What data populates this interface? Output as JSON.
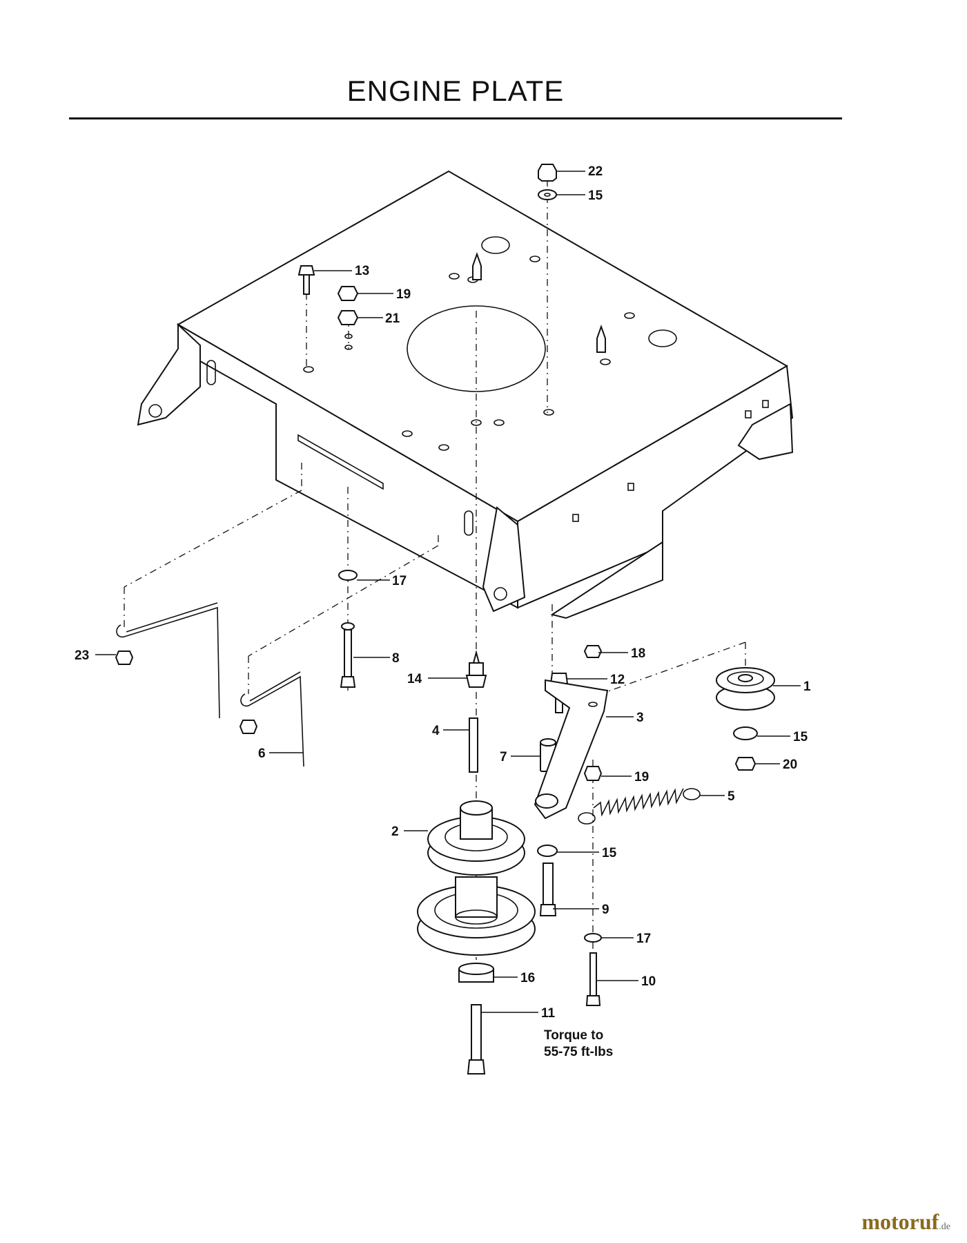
{
  "title": "ENGINE PLATE",
  "note": {
    "line1": "Torque to",
    "line2": "55-75 ft-lbs"
  },
  "brand": {
    "name": "motoruf",
    "suffix": ".de"
  },
  "callouts": {
    "c22": "22",
    "c15a": "15",
    "c13": "13",
    "c19a": "19",
    "c21": "21",
    "c17a": "17",
    "c8": "8",
    "c23": "23",
    "c6": "6",
    "c14": "14",
    "c4": "4",
    "c2": "2",
    "c16": "16",
    "c11": "11",
    "c12": "12",
    "c18": "18",
    "c3": "3",
    "c7": "7",
    "c19b": "19",
    "c5": "5",
    "c15b": "15",
    "c9": "9",
    "c17b": "17",
    "c10": "10",
    "c1": "1",
    "c15c": "15",
    "c20": "20"
  }
}
